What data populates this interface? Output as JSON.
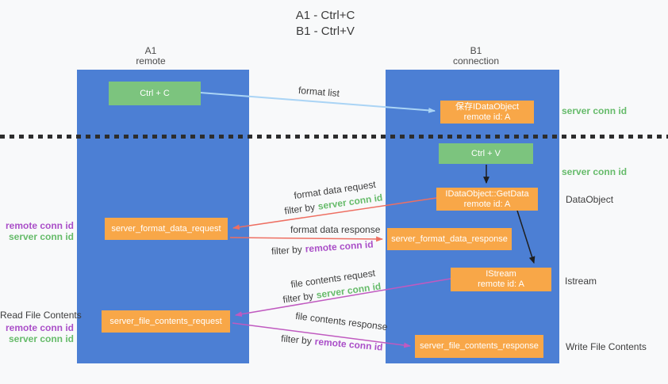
{
  "title": {
    "line1": "A1 - Ctrl+C",
    "line2": "B1 - Ctrl+V"
  },
  "lanes": {
    "left": {
      "title": "A1",
      "subtitle": "remote"
    },
    "right": {
      "title": "B1",
      "subtitle": "connection"
    }
  },
  "nodes": {
    "ctrl_c": {
      "label": "Ctrl + C"
    },
    "ctrl_v": {
      "label": "Ctrl + V"
    },
    "save_dataobject": {
      "line1": "保存IDataObject",
      "line2": "remote id: A"
    },
    "getdata": {
      "line1": "IDataObject::GetData",
      "line2": "remote id: A"
    },
    "istream": {
      "line1": "IStream",
      "line2": "remote id: A"
    },
    "format_request": {
      "label": "server_format_data_request"
    },
    "format_response": {
      "label": "server_format_data_response"
    },
    "file_request": {
      "label": "server_file_contents_request"
    },
    "file_response": {
      "label": "server_file_contents_response"
    }
  },
  "side_labels": {
    "right_server_conn_id_1": "server conn id",
    "right_server_conn_id_2": "server conn id",
    "dataobject": "DataObject",
    "istream": "Istream",
    "write_file_contents": "Write File Contents",
    "left_remote_conn_id_1": "remote conn id",
    "left_server_conn_id_1": "server conn id",
    "read_file_contents": "Read File Contents",
    "left_remote_conn_id_2": "remote conn id",
    "left_server_conn_id_2": "server conn id"
  },
  "arrows": {
    "format_list": {
      "label": "format list"
    },
    "format_data_request": {
      "label": "format data request",
      "filter_prefix": "filter by",
      "filter_key": "server conn id"
    },
    "format_data_response": {
      "label": "format data response",
      "filter_prefix": "filter by",
      "filter_key": "remote conn id"
    },
    "file_contents_request": {
      "label": "file contents request",
      "filter_prefix": "filter by",
      "filter_key": "server conn id"
    },
    "file_contents_response": {
      "label": "file contents response",
      "filter_prefix": "filter by",
      "filter_key": "remote conn id"
    }
  },
  "colors": {
    "lane_blue": "#4c7fd4",
    "node_green": "#7cc47e",
    "node_orange": "#f8a748",
    "arrow_lightblue": "#aad4f5",
    "arrow_salmon": "#ee6f62",
    "arrow_magenta": "#c05ac0",
    "arrow_black": "#1f1f1f",
    "text_green": "#66bb6a",
    "text_purple": "#aa4fc8"
  }
}
